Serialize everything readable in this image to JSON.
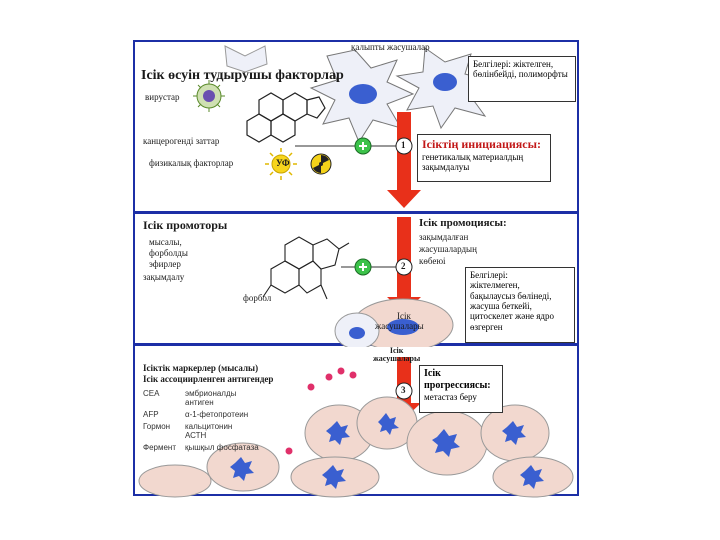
{
  "panel1": {
    "title": "Ісік өсуін тудырушы факторлар",
    "normal_cells": "қалыпты жасушалар",
    "features_box": [
      "Белгілері: жіктелген,",
      "бөлінбейді, полиморфты"
    ],
    "viruses": "вирустар",
    "carcinogens": "канцерогенді заттар",
    "physical": "физикалық факторлар",
    "uv_label": "УФ",
    "stage_number": "1",
    "initiation_title": "Ісіктің инициациясы:",
    "initiation_text": [
      "генетикалық материалдың",
      "зақымдалуы"
    ]
  },
  "panel2": {
    "promoters_title": "Ісік промоторы",
    "promoters_text": [
      "мысалы,",
      "форболды",
      "эфирлер",
      "зақымдалу"
    ],
    "phorbol_label": "форбол",
    "stage_number": "2",
    "promotion_title": [
      "Ісік промоциясы:",
      "зақымдалған",
      "жасушалардың",
      "көбеюі"
    ],
    "tumor_cells_label": [
      "Ісік",
      "жасушалары"
    ],
    "features_box": [
      "Белгілері:",
      "жіктелмеген,",
      "бақылаусыз бөлінеді,",
      "жасуша беткейі,",
      "цитоскелет және ядро",
      "өзгерген"
    ]
  },
  "panel3": {
    "tumor_cells_label": [
      "Ісік",
      "жасушалары"
    ],
    "markers_title": [
      "Ісіктік маркерлер (мысалы)",
      "Ісік ассоциирленген антигендер"
    ],
    "markers": [
      {
        "name": "СЕА",
        "desc": [
          "эмбрионалды",
          "антиген"
        ]
      },
      {
        "name": "AFP",
        "desc": [
          "α-1-фетопротеин"
        ]
      },
      {
        "name": "Гормон",
        "desc": [
          "кальцитонин",
          "АСТН"
        ]
      },
      {
        "name": "Фермент",
        "desc": [
          "қышқыл фосфатаза"
        ]
      }
    ],
    "stage_number": "3",
    "progression_title": [
      "Ісік",
      "прогрессиясы:",
      "метастаз беру"
    ]
  },
  "colors": {
    "frame": "#1c2fa6",
    "arrow_red": "#e8301a",
    "cell_fill": "#eef0f8",
    "nucleus": "#3a5fd0",
    "tumor_cell": "#f2d8cf"
  }
}
